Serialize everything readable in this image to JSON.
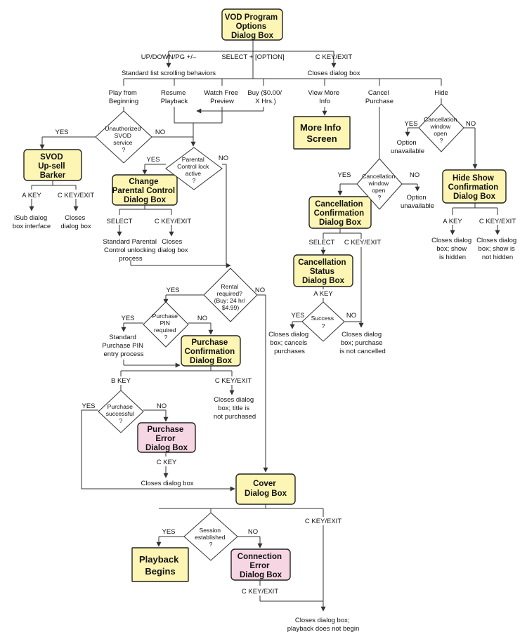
{
  "boxes": {
    "vod_options": [
      "VOD Program",
      "Options",
      "Dialog Box"
    ],
    "more_info": [
      "More Info",
      "Screen"
    ],
    "svod_upsell": [
      "SVOD",
      "Up-sell",
      "Barker"
    ],
    "change_parental": [
      "Change",
      "Parental Control",
      "Dialog Box"
    ],
    "hide_show": [
      "Hide Show",
      "Confirmation",
      "Dialog Box"
    ],
    "cancel_confirm": [
      "Cancellation",
      "Confirmation",
      "Dialog Box"
    ],
    "cancel_status": [
      "Cancellation",
      "Status",
      "Dialog Box"
    ],
    "purchase_confirm": [
      "Purchase",
      "Confirmation",
      "Dialog Box"
    ],
    "purchase_error": [
      "Purchase",
      "Error",
      "Dialog Box"
    ],
    "cover": [
      "Cover",
      "Dialog Box"
    ],
    "playback": [
      "Playback",
      "Begins"
    ],
    "connection_error": [
      "Connection",
      "Error",
      "Dialog Box"
    ]
  },
  "decisions": {
    "unauthorized": [
      "Unauthorized",
      "SVOD",
      "service",
      "?"
    ],
    "parental_lock": [
      "Parental",
      "Control lock",
      "active",
      "?"
    ],
    "cancel_window_hide": [
      "Cancellation",
      "window",
      "open",
      "?"
    ],
    "cancel_window_cancel": [
      "Cancellation",
      "window",
      "open",
      "?"
    ],
    "rental": [
      "Rental",
      "required?",
      "(Buy: 24 hr/",
      "$4.99)"
    ],
    "purchase_pin": [
      "Purchase",
      "PIN",
      "required",
      "?"
    ],
    "success": [
      "Success",
      "?"
    ],
    "purchase_successful": [
      "Purchase",
      "successful",
      "?"
    ],
    "session": [
      "Session",
      "established",
      "?"
    ]
  },
  "labels": {
    "up_down": "UP/DOWN/PG +/–",
    "select_option": "SELECT + [OPTION]",
    "c_key_exit_top": "C KEY/EXIT",
    "standard_list": "Standard list scrolling behaviors",
    "closes_dialog_top": "Closes dialog box",
    "play_beginning": [
      "Play from",
      "Beginning"
    ],
    "resume": [
      "Resume",
      "Playback"
    ],
    "watch_free": [
      "Watch Free",
      "Preview"
    ],
    "buy": [
      "Buy ($0.00/",
      "X Hrs.)"
    ],
    "view_more": [
      "View More",
      "Info"
    ],
    "cancel_purchase": [
      "Cancel",
      "Purchase"
    ],
    "hide": "Hide",
    "yes": "YES",
    "no": "NO",
    "a_key": "A KEY",
    "b_key": "B KEY",
    "c_key": "C KEY",
    "c_key_exit": "C KEY/EXIT",
    "select": "SELECT",
    "isub": [
      "iSub dialog",
      "box interface"
    ],
    "closes_dialog_box_2": [
      "Closes",
      "dialog box"
    ],
    "std_parental": [
      "Standard Parental",
      "Control unlocking",
      "process"
    ],
    "option_unavailable": [
      "Option",
      "unavailable"
    ],
    "closes_hidden": [
      "Closes dialog",
      "box; show",
      "is hidden"
    ],
    "closes_not_hidden": [
      "Closes dialog",
      "box; show is",
      "not hidden"
    ],
    "closes_cancels": [
      "Closes dialog",
      "box; cancels",
      "purchases"
    ],
    "closes_not_cancelled": [
      "Closes dialog",
      "box; purchase",
      "is not cancelled"
    ],
    "std_purchase_pin": [
      "Standard",
      "Purchase PIN",
      "entry process"
    ],
    "closes_not_purchased": [
      "Closes dialog",
      "box;  title is",
      "not purchased"
    ],
    "closes_dialog_box": "Closes dialog box",
    "closes_no_playback": [
      "Closes dialog box;",
      "playback does not begin"
    ]
  },
  "colors": {
    "dialog_fill": "#fcf5b4",
    "error_fill": "#f7d6e4",
    "line": "#333333"
  }
}
